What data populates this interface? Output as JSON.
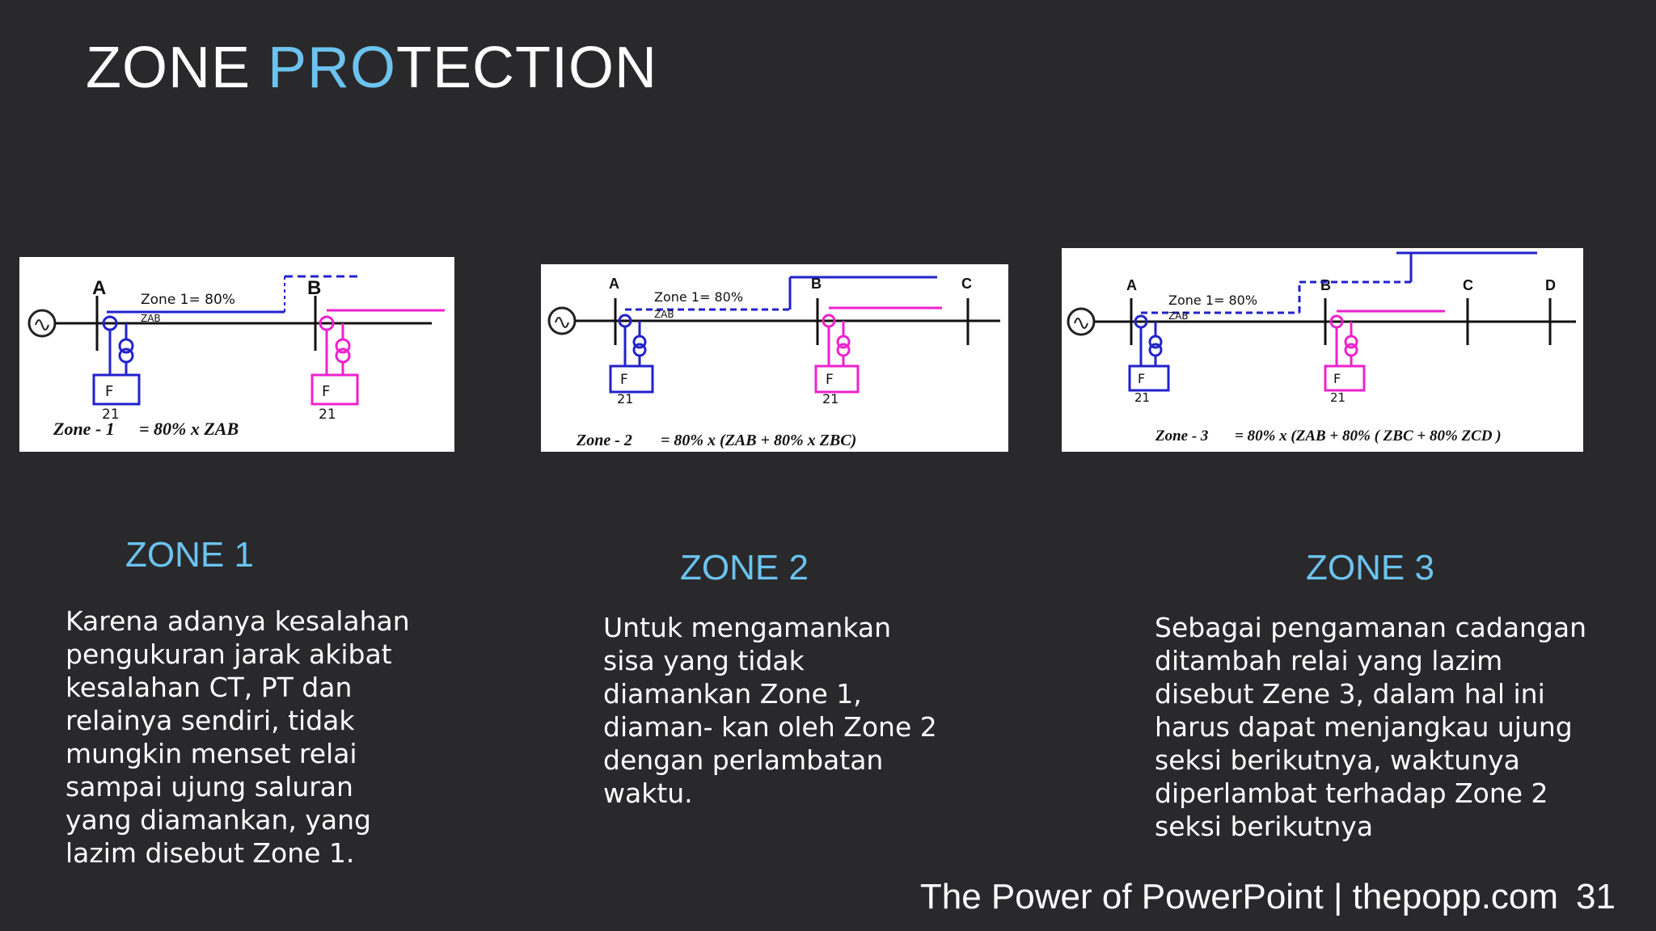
{
  "title": {
    "part1": "ZONE ",
    "part2": "PRO",
    "part3": "TECTION"
  },
  "zones": [
    {
      "heading": "ZONE 1",
      "text": "Karena adanya kesalahan pengukuran jarak akibat kesalahan CT,  PT dan relainya sendiri, tidak mungkin menset relai sampai ujung saluran yang diamankan, yang lazim disebut Zone 1.",
      "diagram": {
        "buses": [
          "A",
          "B"
        ],
        "zone_label": "Zone 1= 80%",
        "zab": "ZAB",
        "relay_label": "F",
        "relay_number": "21",
        "formula_name": "Zone - 1",
        "formula_expr": "= 80% x ZAB"
      }
    },
    {
      "heading": "ZONE 2",
      "text": "Untuk mengamankan sisa yang tidak diamankan Zone 1, diaman- kan oleh Zone 2 dengan perlambatan waktu.",
      "diagram": {
        "buses": [
          "A",
          "B",
          "C"
        ],
        "zone_label": "Zone 1= 80%",
        "zab": "ZAB",
        "relay_label": "F",
        "relay_number": "21",
        "formula_name": "Zone - 2",
        "formula_expr": "= 80% x (ZAB + 80% x ZBC)"
      }
    },
    {
      "heading": "ZONE 3",
      "text": "Sebagai pengamanan cadangan ditambah relai yang lazim disebut Zene 3, dalam hal ini harus dapat menjangkau ujung seksi berikutnya, waktunya diperlambat terhadap Zone 2 seksi berikutnya",
      "diagram": {
        "buses": [
          "A",
          "B",
          "C",
          "D"
        ],
        "zone_label": "Zone 1= 80%",
        "zab": "ZAB",
        "relay_label": "F",
        "relay_number": "21",
        "formula_name": "Zone - 3",
        "formula_expr": "= 80% x (ZAB + 80% ( ZBC + 80% ZCD )"
      }
    }
  ],
  "footer": {
    "text": "The Power of PowerPoint | thepopp.com",
    "page": "31"
  },
  "colors": {
    "background": "#29292b",
    "accent": "#6cc3ef",
    "relay_blue": "#2222cc",
    "relay_magenta": "#ee22cc"
  }
}
